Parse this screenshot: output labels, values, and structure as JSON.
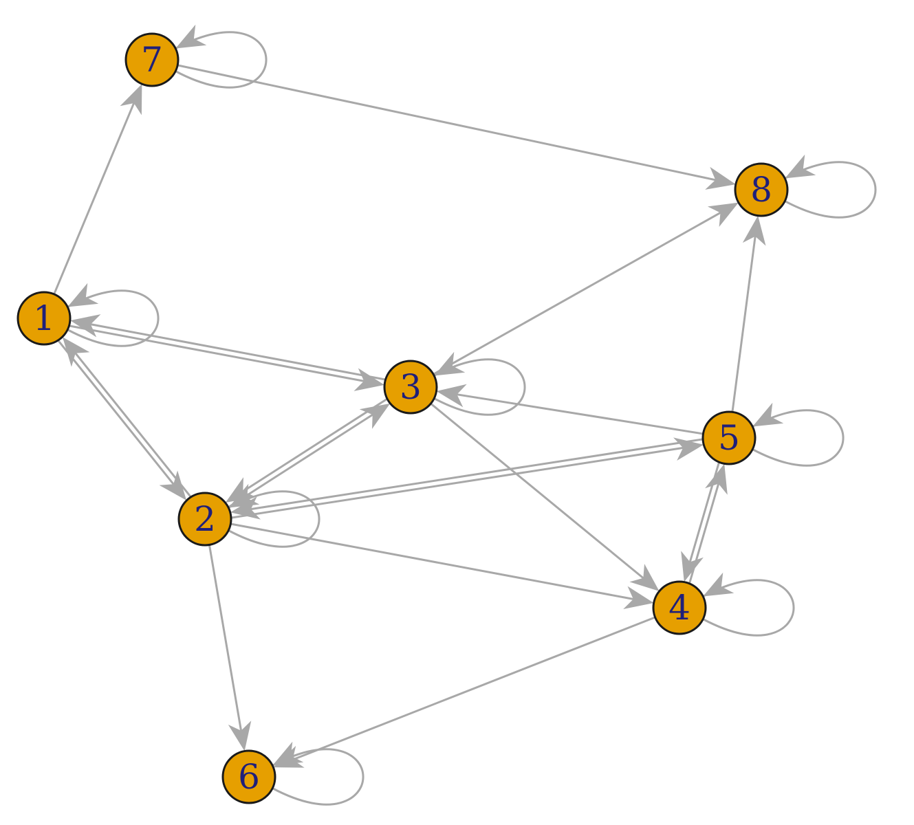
{
  "colors": {
    "node_fill": "#E69F00",
    "node_stroke": "#1a1a1a",
    "label": "#1f1f7a",
    "edge": "#a8a8a8"
  },
  "graph": {
    "directed": true,
    "nodes": [
      {
        "id": "1",
        "label": "1"
      },
      {
        "id": "2",
        "label": "2"
      },
      {
        "id": "3",
        "label": "3"
      },
      {
        "id": "4",
        "label": "4"
      },
      {
        "id": "5",
        "label": "5"
      },
      {
        "id": "6",
        "label": "6"
      },
      {
        "id": "7",
        "label": "7"
      },
      {
        "id": "8",
        "label": "8"
      }
    ],
    "edges": [
      {
        "from": "1",
        "to": "7"
      },
      {
        "from": "1",
        "to": "3"
      },
      {
        "from": "3",
        "to": "1"
      },
      {
        "from": "1",
        "to": "2"
      },
      {
        "from": "2",
        "to": "1"
      },
      {
        "from": "2",
        "to": "3"
      },
      {
        "from": "3",
        "to": "2"
      },
      {
        "from": "2",
        "to": "5"
      },
      {
        "from": "5",
        "to": "2"
      },
      {
        "from": "2",
        "to": "4"
      },
      {
        "from": "2",
        "to": "6"
      },
      {
        "from": "3",
        "to": "8"
      },
      {
        "from": "3",
        "to": "4"
      },
      {
        "from": "5",
        "to": "3"
      },
      {
        "from": "5",
        "to": "8"
      },
      {
        "from": "5",
        "to": "4"
      },
      {
        "from": "4",
        "to": "5"
      },
      {
        "from": "4",
        "to": "6"
      },
      {
        "from": "7",
        "to": "8"
      },
      {
        "from": "1",
        "to": "1"
      },
      {
        "from": "2",
        "to": "2"
      },
      {
        "from": "3",
        "to": "3"
      },
      {
        "from": "4",
        "to": "4"
      },
      {
        "from": "5",
        "to": "5"
      },
      {
        "from": "6",
        "to": "6"
      },
      {
        "from": "7",
        "to": "7"
      },
      {
        "from": "8",
        "to": "8"
      }
    ]
  }
}
